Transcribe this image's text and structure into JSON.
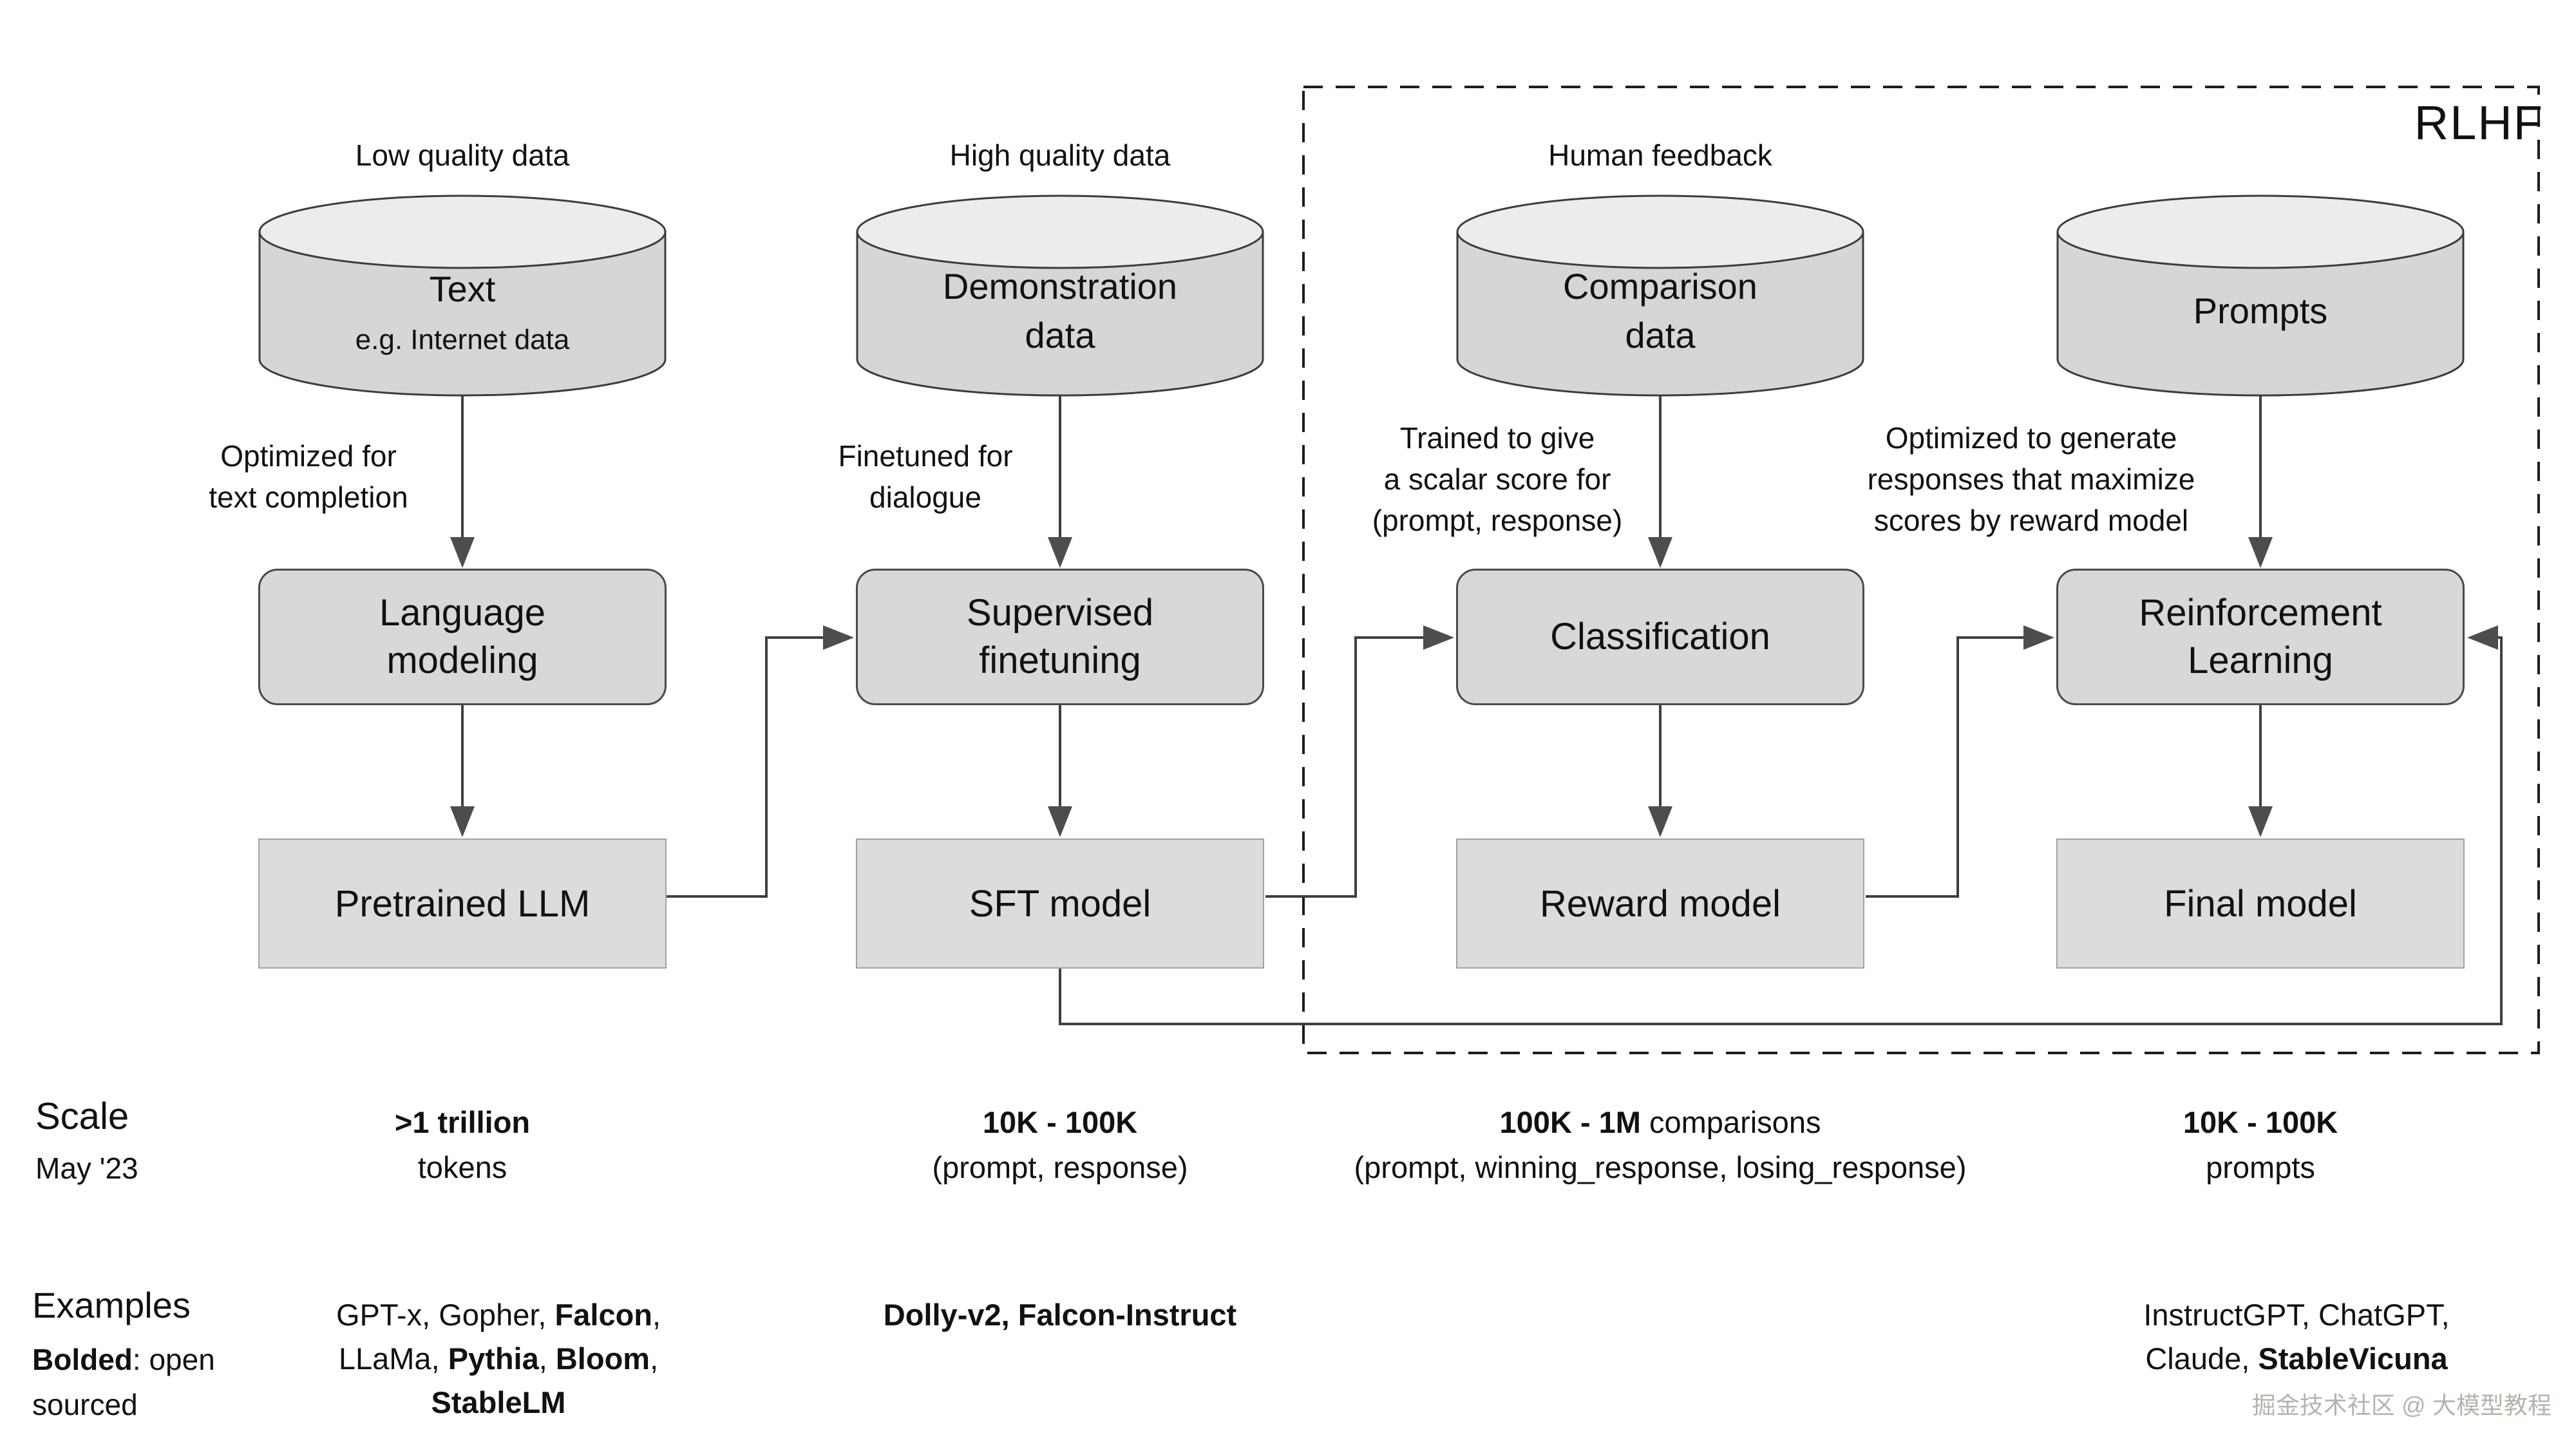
{
  "rlhf_label": "RLHF",
  "watermark": "掘金技术社区 @ 大模型教程",
  "scale_header": {
    "title": "Scale",
    "date": "May '23"
  },
  "examples_header": {
    "title": "Examples",
    "line2": [
      {
        "t": "Bolded",
        "b": true
      },
      {
        "t": ": open",
        "b": false
      }
    ],
    "line3": "sourced"
  },
  "columns": [
    {
      "top_label": "Low quality data",
      "cyl_title": [
        "Text"
      ],
      "cyl_sub": "e.g. Internet data",
      "annotation": [
        "Optimized for",
        "text completion"
      ],
      "middle_box": [
        "Language",
        "modeling"
      ],
      "bottom_box": "Pretrained LLM",
      "scale_line1": [
        {
          "t": ">1 trillion",
          "b": true
        }
      ],
      "scale_line2": "tokens",
      "example_lines": [
        [
          {
            "t": "GPT-x, Gopher, ",
            "b": false
          },
          {
            "t": "Falcon",
            "b": true
          },
          {
            "t": ",",
            "b": false
          }
        ],
        [
          {
            "t": "LLaMa, ",
            "b": false
          },
          {
            "t": "Pythia",
            "b": true
          },
          {
            "t": ", ",
            "b": false
          },
          {
            "t": "Bloom",
            "b": true
          },
          {
            "t": ",",
            "b": false
          }
        ],
        [
          {
            "t": "StableLM",
            "b": true
          }
        ]
      ]
    },
    {
      "top_label": "High quality data",
      "cyl_title": [
        "Demonstration",
        "data"
      ],
      "annotation": [
        "Finetuned for",
        "dialogue"
      ],
      "middle_box": [
        "Supervised",
        "finetuning"
      ],
      "bottom_box": "SFT model",
      "scale_line1": [
        {
          "t": "10K - 100K",
          "b": true
        }
      ],
      "scale_line2": "(prompt, response)",
      "example_lines": [
        [
          {
            "t": "Dolly-v2, Falcon-Instruct",
            "b": true
          }
        ]
      ]
    },
    {
      "top_label": "Human feedback",
      "cyl_title": [
        "Comparison",
        "data"
      ],
      "annotation": [
        "Trained to give",
        "a scalar score for",
        "(prompt, response)"
      ],
      "middle_box": [
        "Classification"
      ],
      "bottom_box": "Reward model",
      "scale_line1": [
        {
          "t": "100K - 1M",
          "b": true
        },
        {
          "t": " comparisons",
          "b": false
        }
      ],
      "scale_line2": "(prompt, winning_response, losing_response)",
      "example_lines": []
    },
    {
      "top_label": "",
      "cyl_title": [
        "Prompts"
      ],
      "annotation": [
        "Optimized to generate",
        "responses that maximize",
        "scores by reward model"
      ],
      "middle_box": [
        "Reinforcement",
        "Learning"
      ],
      "bottom_box": "Final model",
      "scale_line1": [
        {
          "t": "10K - 100K",
          "b": true
        }
      ],
      "scale_line2": "prompts",
      "example_lines": [
        [
          {
            "t": "InstructGPT, ChatGPT,",
            "b": false
          }
        ],
        [
          {
            "t": "Claude, ",
            "b": false
          },
          {
            "t": "StableVicuna",
            "b": true
          }
        ]
      ]
    }
  ]
}
